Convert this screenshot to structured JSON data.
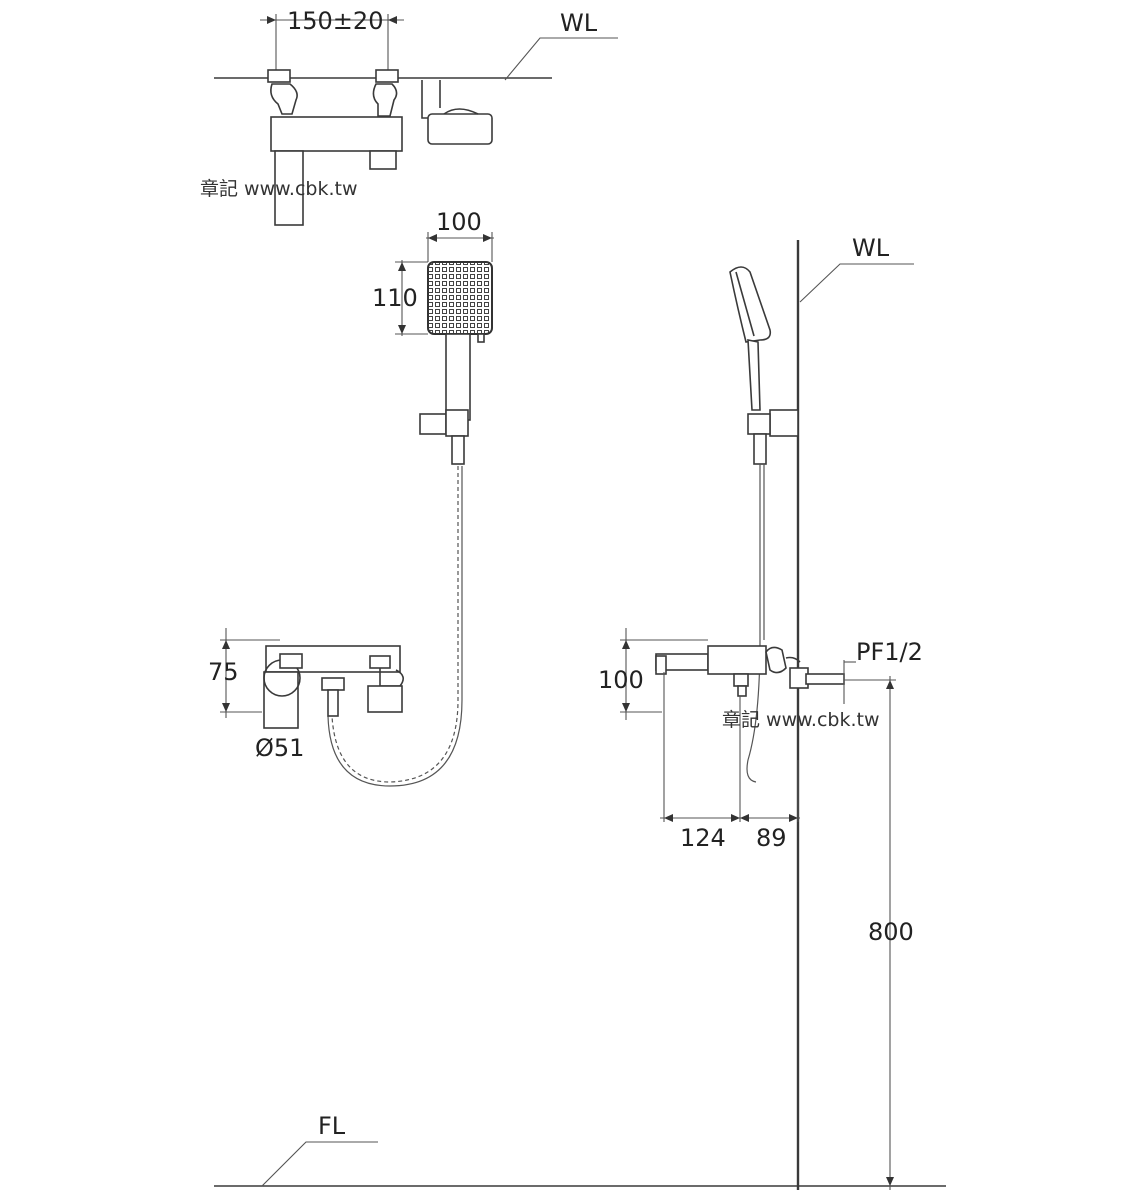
{
  "labels": {
    "wl_top": "WL",
    "wl_side": "WL",
    "fl": "FL",
    "pf": "PF1/2"
  },
  "dimensions": {
    "spacing": "150±20",
    "head_width": "100",
    "head_height": "110",
    "front_height": "75",
    "diameter": "Ø51",
    "side_height": "100",
    "projection": "124",
    "wall_offset": "89",
    "mount_height": "800"
  },
  "watermark": {
    "top": "章記 www.cbk.tw",
    "side": "章記 www.cbk.tw"
  }
}
